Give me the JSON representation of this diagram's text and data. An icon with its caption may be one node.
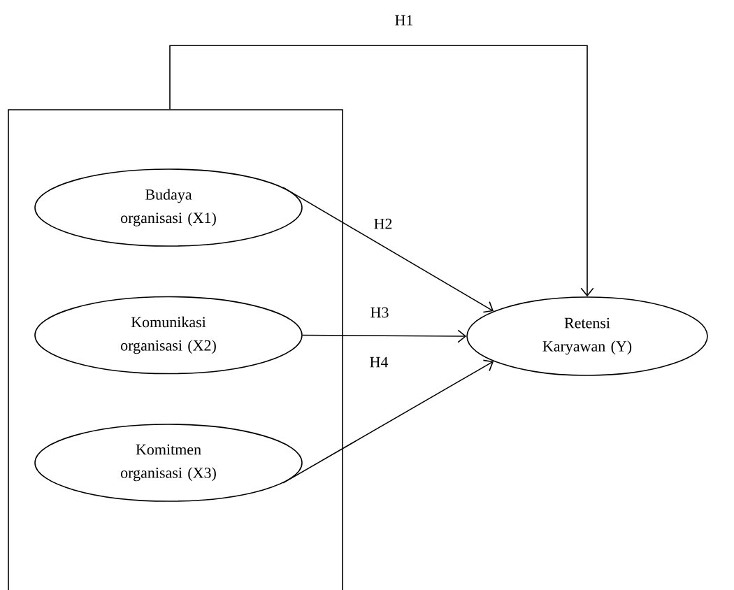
{
  "diagram": {
    "nodes": [
      {
        "text": [],
        "shape": "box"
      },
      {
        "text": [
          "Budaya organisasi (X1)"
        ],
        "in": 0
      },
      {
        "text": [
          "Komunikasi organisasi (X2)"
        ],
        "in": 0
      },
      {
        "text": [
          "Komitmen organisasi (X3)"
        ],
        "in": 0
      },
      {
        "text": [
          "Retensi Karyawan (Y)"
        ]
      }
    ],
    "edges": [
      {
        "from": 0,
        "to": 4,
        "arrow": "to",
        "label": "H1"
      },
      {
        "from": 1,
        "to": 4,
        "arrow": "to",
        "label": "H2"
      },
      {
        "from": 2,
        "to": 4,
        "arrow": "to",
        "label": "H3"
      },
      {
        "from": 3,
        "to": 4,
        "arrow": "to",
        "label": "H4"
      }
    ]
  }
}
